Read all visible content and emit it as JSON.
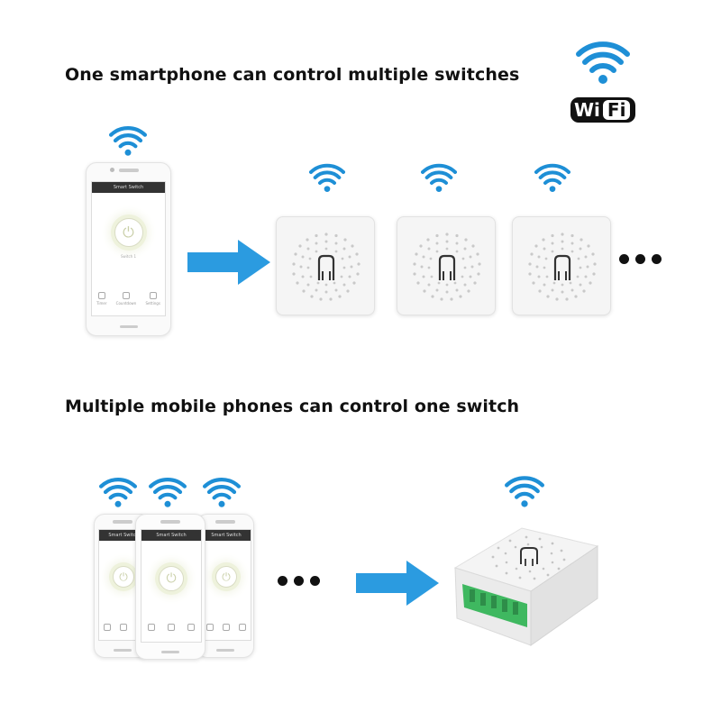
{
  "heading_top": "One smartphone can control multiple switches",
  "heading_bottom": "Multiple mobile phones can control one switch",
  "wifi_logo": {
    "left": "Wi",
    "right": "Fi"
  },
  "phone_app": {
    "title": "Smart Switch",
    "power_label": "Switch 1",
    "icons": [
      "Timer",
      "Countdown",
      "Settings"
    ]
  },
  "colors": {
    "wifi_blue": "#1e8fd6",
    "arrow_blue": "#2b9be0",
    "connector_green": "#3fb860"
  }
}
